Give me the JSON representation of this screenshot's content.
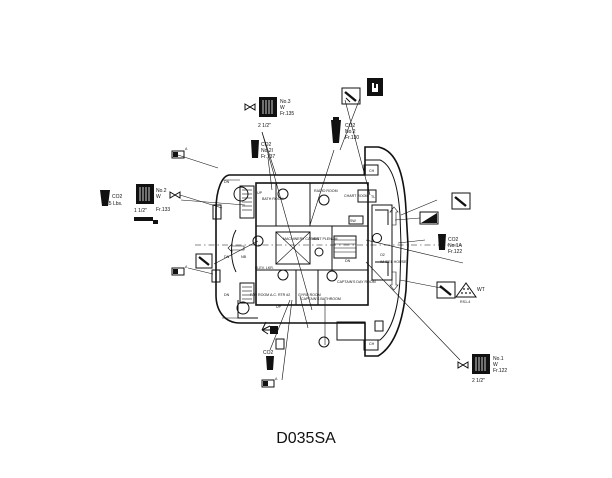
{
  "drawing": {
    "caption": "D035SA",
    "equipment": {
      "hose_no3": {
        "line1": "No.3",
        "line2": "W",
        "line3": "Fr.135",
        "size": "2 1/2\""
      },
      "co2_no2_top": {
        "line1": "CO2",
        "line2": "No.2",
        "line3": "Fr.130"
      },
      "co2_no2i": {
        "line1": "CO2",
        "line2": "No.2I",
        "line3": "Fr.137"
      },
      "hose_no2": {
        "line1": "No.2",
        "line2": "W",
        "line3": "Fr.133",
        "size": "1 1/2\""
      },
      "co2_15lbs": {
        "line1": "CO2",
        "line2": "15 Lbs."
      },
      "co2_no1a": {
        "line1": "CO2",
        "line2": "No.1A",
        "line3": "Fr.122"
      },
      "hose_no1": {
        "line1": "No.1",
        "line2": "W",
        "line3": "Fr.122",
        "size": "2 1/2\""
      },
      "co2_bottom": {
        "line1": "CO2"
      },
      "wt": {
        "label": "WT",
        "sub": "RS1-4"
      }
    },
    "rooms": {
      "radio_room": "RADIO ROOM",
      "chart_room": "CHART ROOM",
      "machinery_casing": "MACHINERY CASING",
      "vent_plenum": "VENT PLENUM",
      "fan_room": "FAN ROOM A.C. RTR #2",
      "gyro_room": "GYRO ROOM",
      "captains_bathroom": "CAPTAIN'S BATHROOM",
      "captains_day_room": "CAPTAIN'S DAY ROOM",
      "wheel_house": "WHEEL HOUSE",
      "elev_lkr": "ELEV. LKR.",
      "bathroom_side": "BATH ROOM"
    },
    "tags": {
      "a1": "A",
      "a2": "A",
      "a3": "A",
      "dn1": "DN",
      "dn2": "DN",
      "dn3": "DN",
      "up1": "UP",
      "up2": "UP",
      "nb": "NB",
      "tl": "TL",
      "ch1": "CH",
      "ch2": "CH",
      "sw": "SW",
      "dn4": "DN",
      "x": "X",
      "o2": "O2"
    }
  }
}
